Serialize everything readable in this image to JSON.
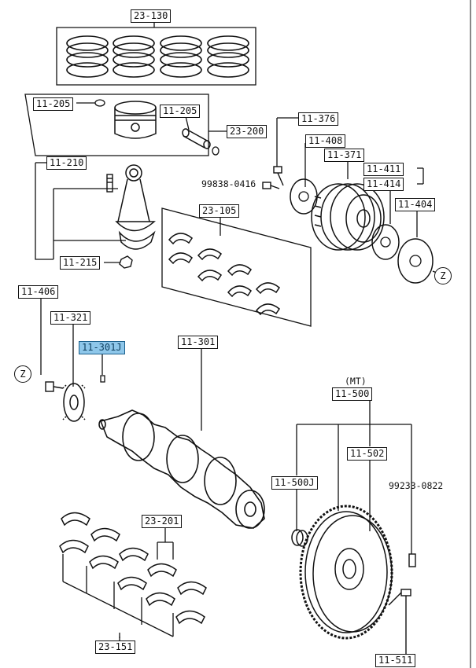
{
  "labels": {
    "l_23_130": "23-130",
    "l_11_205a": "11-205",
    "l_11_205b": "11-205",
    "l_23_200": "23-200",
    "l_11_376": "11-376",
    "l_11_408": "11-408",
    "l_11_371": "11-371",
    "l_11_411": "11-411",
    "l_11_414": "11-414",
    "l_11_210": "11-210",
    "l_99838": "99838-0416",
    "l_23_105": "23-105",
    "l_11_404": "11-404",
    "l_11_215": "11-215",
    "l_11_406": "11-406",
    "l_11_321": "11-321",
    "l_11_301j": "11-301J",
    "l_11_301": "11-301",
    "l_mt": "(MT)",
    "l_11_500": "11-500",
    "l_11_502": "11-502",
    "l_11_500j": "11-500J",
    "l_99233": "99233-0822",
    "l_23_201": "23-201",
    "l_23_151": "23-151",
    "l_11_511": "11-511",
    "z_right": "Z",
    "z_left": "Z"
  },
  "colors": {
    "line": "#111111",
    "highlight_fill": "#8ec7ea",
    "highlight_border": "#1a5f8c"
  }
}
